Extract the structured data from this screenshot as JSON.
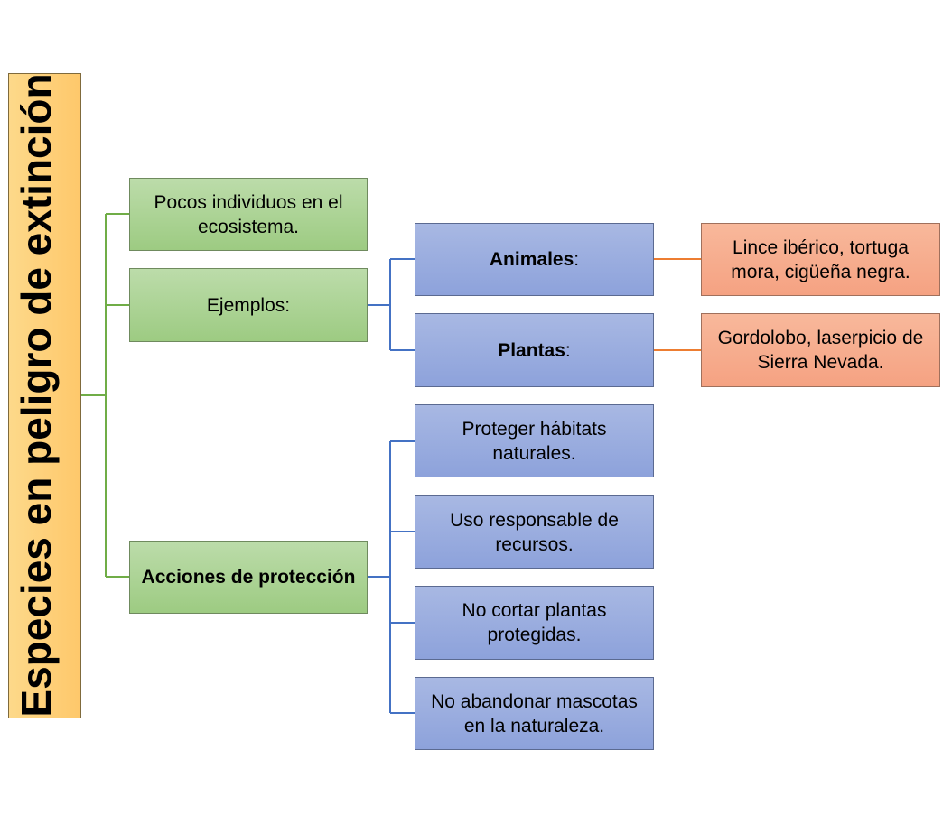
{
  "colors": {
    "root": "#fec86b",
    "level1": "#a9d18e",
    "level2": "#8faadc",
    "level3": "#f4b183",
    "line_level1": "#70ad47",
    "line_level2": "#4472c4",
    "line_level3": "#ed7d31"
  },
  "root": {
    "title": "Especies en peligro de extinción"
  },
  "level1": {
    "pocos": "Pocos individuos en el ecosistema.",
    "ejemplos": "Ejemplos:",
    "acciones": "Acciones de protección"
  },
  "ejemplos": {
    "animales_label": "Animales",
    "plantas_label": "Plantas",
    "colon": ":"
  },
  "examples_detail": {
    "animales": "Lince ibérico, tortuga mora, cigüeña negra.",
    "plantas": "Gordolobo, laserpicio de Sierra Nevada."
  },
  "acciones": [
    "Proteger hábitats naturales.",
    "Uso responsable de recursos.",
    "No cortar plantas protegidas.",
    "No abandonar mascotas en la naturaleza."
  ]
}
